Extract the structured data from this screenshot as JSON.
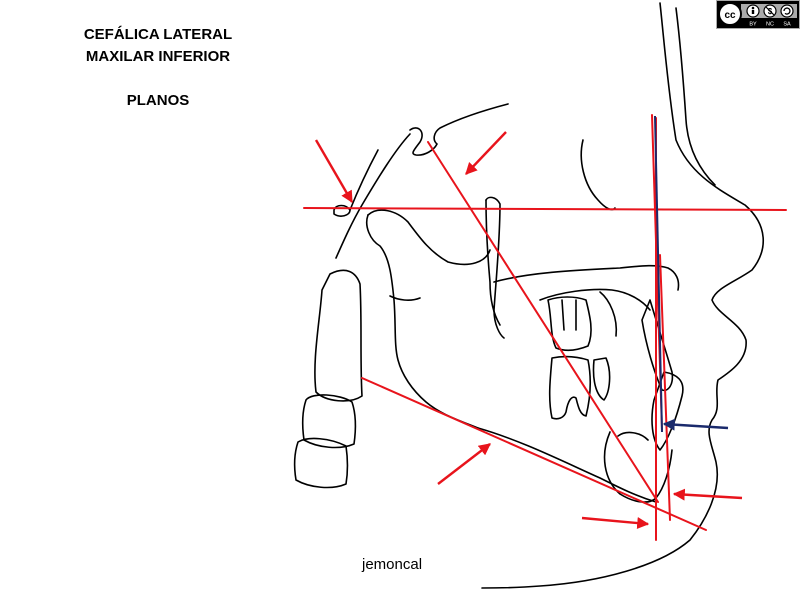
{
  "title": {
    "line1": "CEFÁLICA LATERAL",
    "line2": "MAXILAR INFERIOR",
    "line3": "PLANOS"
  },
  "author": "jemoncal",
  "license": {
    "icon": "cc-by-nc-sa-icon",
    "labels": [
      "BY",
      "NC",
      "SA"
    ]
  },
  "colors": {
    "outline": "#000000",
    "plane_lines": "#e8141c",
    "vertical_reference": "#1a2a6c"
  }
}
